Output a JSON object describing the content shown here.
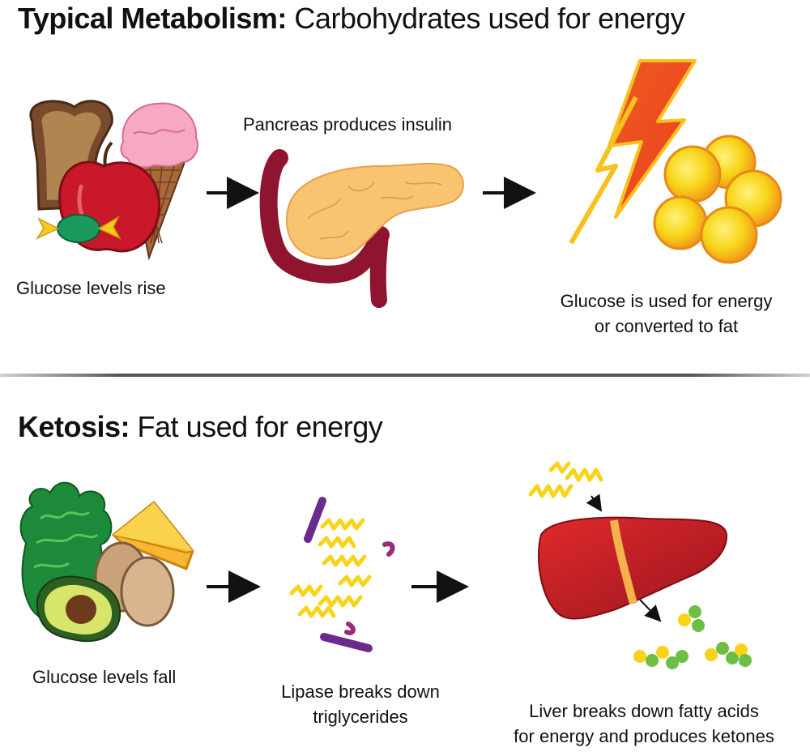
{
  "sections": {
    "typical": {
      "title_bold": "Typical Metabolism:",
      "title_rest": "Carbohydrates used for energy",
      "captions": {
        "food": "Glucose levels rise",
        "pancreas": "Pancreas produces insulin",
        "energy_line1": "Glucose is used for energy",
        "energy_line2": "or converted to fat"
      }
    },
    "ketosis": {
      "title_bold": "Ketosis:",
      "title_rest": "Fat used for energy",
      "captions": {
        "food": "Glucose levels fall",
        "lipase_line1": "Lipase breaks down",
        "lipase_line2": "triglycerides",
        "liver_line1": "Liver breaks down fatty acids",
        "liver_line2": "for energy and produces ketones"
      }
    }
  },
  "icons": [
    "bread-icon",
    "ice-cream-icon",
    "apple-icon",
    "candy-icon",
    "pancreas-icon",
    "lightning-icon",
    "fat-cells-icon",
    "lettuce-icon",
    "cheese-icon",
    "eggs-icon",
    "avocado-icon",
    "triglycerides-icon",
    "fatty-acids-icon",
    "liver-icon",
    "ketones-icon",
    "arrow-icon"
  ],
  "colors": {
    "divider": "#555555",
    "arrow": "#111111",
    "liver": "#c81e25",
    "fat": "#f7d417",
    "ketone_green": "#6cbe45"
  }
}
